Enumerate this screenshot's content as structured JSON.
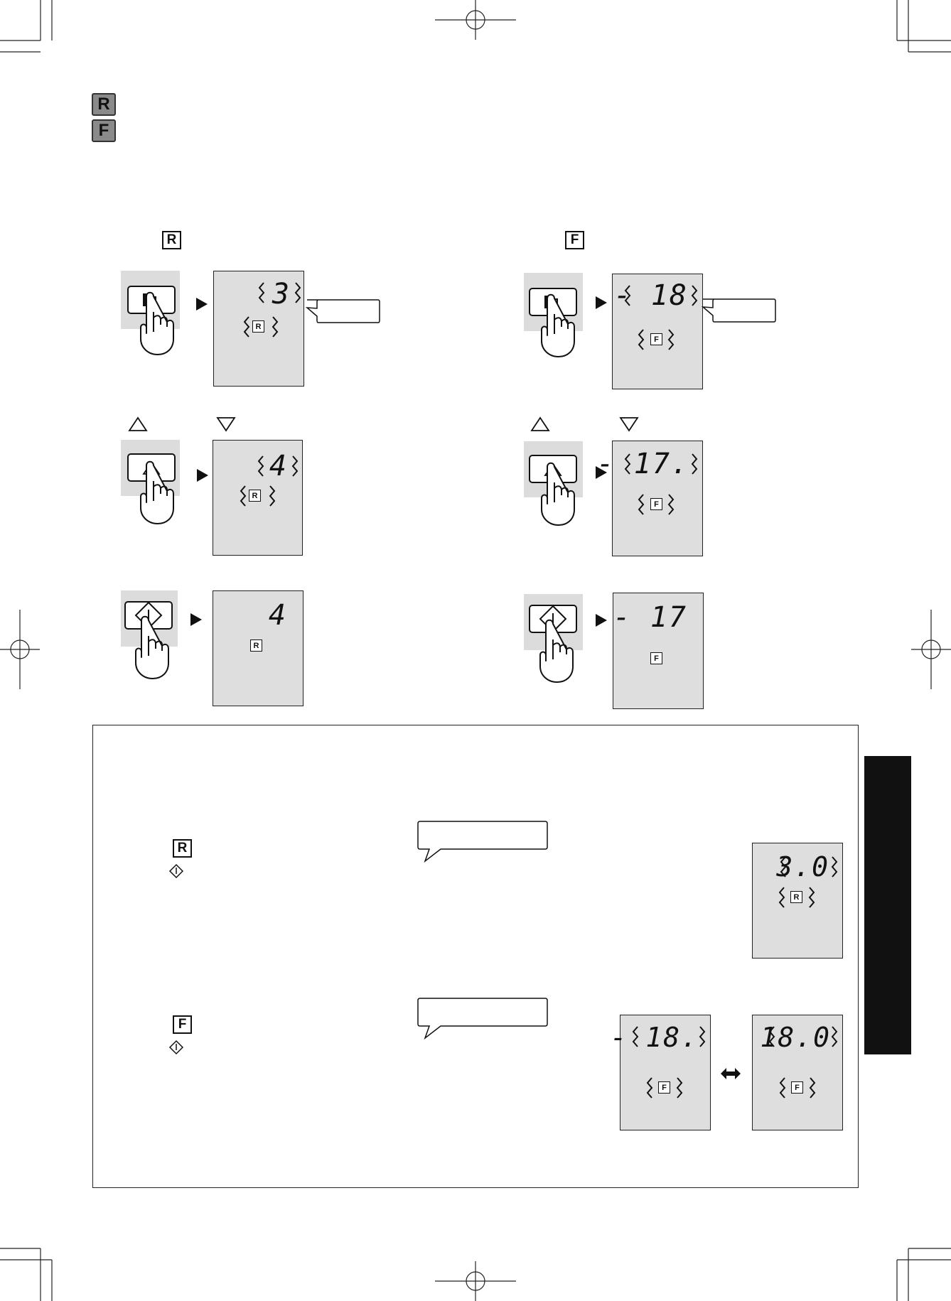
{
  "legend": [
    {
      "key": "R",
      "color": "#8a8a8a"
    },
    {
      "key": "F",
      "color": "#8a8a8a"
    }
  ],
  "columns": {
    "refrigerator": {
      "label": "R",
      "step1": {
        "value": "3",
        "indicator": "R"
      },
      "step2": {
        "value": "4",
        "indicator": "R"
      },
      "step3": {
        "value": "4",
        "indicator": "R"
      }
    },
    "freezer": {
      "label": "F",
      "step1": {
        "value": "- 18",
        "indicator": "F"
      },
      "step2": {
        "value": "- 17.",
        "indicator": "F"
      },
      "step3": {
        "value": "- 17",
        "indicator": "F"
      }
    }
  },
  "note": {
    "r_label": "R",
    "f_label": "F",
    "r_display": {
      "value": "3.0",
      "indicator": "R"
    },
    "f_display_a": {
      "value": "- 18.",
      "indicator": "F"
    },
    "f_display_b": {
      "value": "18.0",
      "indicator": "F"
    }
  },
  "colors": {
    "panel": "#dedede",
    "button_bg": "#dcdcdc",
    "sidetab": "#111111",
    "legend_key": "#8a8a8a"
  }
}
